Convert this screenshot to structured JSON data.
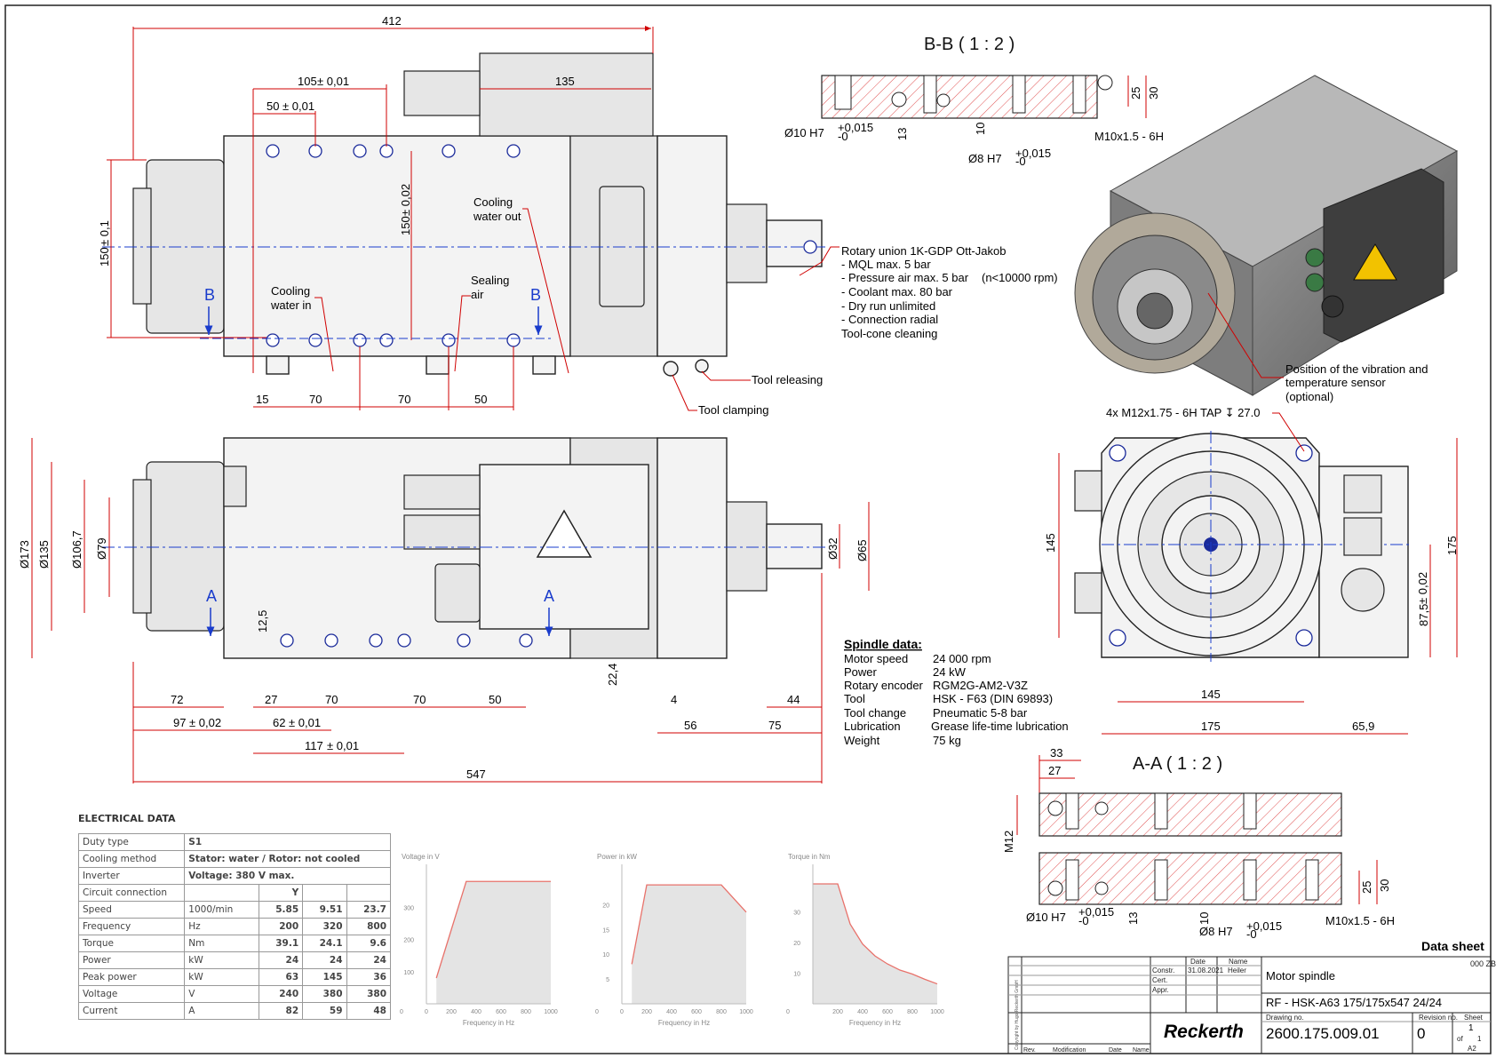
{
  "dims_side": {
    "d412": "412",
    "d135": "135",
    "d105": "105",
    "d105_tol": "± 0,01",
    "d50": "50",
    "d50_tol": "± 0,01",
    "d150v": "150",
    "d150v_tol": "± 0,02",
    "d150": "150",
    "d150_tol": "± 0,1",
    "d15": "15",
    "d70a": "70",
    "d70b": "70",
    "d50b": "50"
  },
  "notes_side": {
    "cooling_out": [
      "Cooling",
      "water out"
    ],
    "cooling_in": [
      "Cooling",
      "water in"
    ],
    "sealing": [
      "Sealing",
      "air"
    ],
    "tool_releasing": "Tool releasing",
    "tool_clamping": "Tool clamping",
    "section_b": "B"
  },
  "rotary_union": [
    "Rotary union 1K-GDP Ott-Jakob",
    "- MQL max. 5 bar",
    "- Pressure air max. 5 bar",
    "(n<10000 rpm)",
    "- Coolant max. 80 bar",
    "- Dry run unlimited",
    "- Connection radial",
    "Tool-cone cleaning"
  ],
  "section_bb": {
    "title": "B-B ( 1 : 2 )",
    "h7": "Ø10 H7",
    "tol_plus": "+0,015",
    "tol_minus": "-0",
    "d13": "13",
    "d10": "10",
    "d8": "Ø8 H7",
    "m10": "M10x1.5 - 6H",
    "d25": "25",
    "d30": "30"
  },
  "sensor_note": [
    "Position of the vibration and",
    "temperature sensor",
    "(optional)"
  ],
  "tap_note": "4x M12x1.75 - 6H TAP ↧ 27.0",
  "dims_front": {
    "d145v": "145",
    "d175v": "175",
    "d87": "87,5",
    "d87_tol": "± 0,02",
    "d145h": "145",
    "d175h": "175",
    "d659": "65,9"
  },
  "dims_bottom": {
    "d173": "Ø173",
    "d135": "Ø135",
    "d1067": "Ø106,7",
    "d79": "Ø79",
    "d32": "Ø32",
    "d65": "Ø65",
    "d125": "12,5",
    "d224": "22,4",
    "d4": "4",
    "d72": "72",
    "d27": "27",
    "d70a": "70",
    "d70b": "70",
    "d50": "50",
    "d97": "97",
    "d97_tol": "± 0,02",
    "d62": "62",
    "d62_tol": "± 0,01",
    "d117": "117",
    "d117_tol": "± 0,01",
    "d547": "547",
    "d56": "56",
    "d75": "75",
    "d44": "44",
    "section_a": "A"
  },
  "spindle": {
    "title": "Spindle data:",
    "rows": [
      [
        "Motor speed",
        "24 000 rpm"
      ],
      [
        "Power",
        "24 kW"
      ],
      [
        "Rotary encoder",
        "RGM2G-AM2-V3Z"
      ],
      [
        "Tool",
        "HSK - F63 (DIN 69893)"
      ],
      [
        "Tool change",
        "Pneumatic 5-8 bar"
      ],
      [
        "Lubrication",
        "Grease life-time lubrication"
      ],
      [
        "Weight",
        "75 kg"
      ]
    ]
  },
  "section_aa": {
    "title": "A-A ( 1 : 2 )",
    "d33": "33",
    "d27": "27",
    "m12": "M12",
    "h7": "Ø10 H7",
    "tol_plus": "+0,015",
    "tol_minus": "-0",
    "d13": "13",
    "d10": "10",
    "d8": "Ø8 H7",
    "m10": "M10x1.5 - 6H",
    "d25": "25",
    "d30": "30"
  },
  "electrical": {
    "title": "ELECTRICAL DATA",
    "rows": [
      [
        "Duty type",
        "S1",
        "",
        "",
        ""
      ],
      [
        "Cooling method",
        "Stator: water / Rotor: not cooled",
        "",
        "",
        ""
      ],
      [
        "Inverter",
        "Voltage: 380 V max.",
        "",
        "",
        ""
      ],
      [
        "Circuit connection",
        "",
        "Y",
        "",
        ""
      ],
      [
        "Speed",
        "1000/min",
        "5.85",
        "9.51",
        "23.7"
      ],
      [
        "Frequency",
        "Hz",
        "200",
        "320",
        "800"
      ],
      [
        "Torque",
        "Nm",
        "39.1",
        "24.1",
        "9.6"
      ],
      [
        "Power",
        "kW",
        "24",
        "24",
        "24"
      ],
      [
        "Peak power",
        "kW",
        "63",
        "145",
        "36"
      ],
      [
        "Voltage",
        "V",
        "240",
        "380",
        "380"
      ],
      [
        "Current",
        "A",
        "82",
        "59",
        "48"
      ]
    ]
  },
  "chart_data": [
    {
      "type": "area",
      "title": "",
      "ylabel": "Voltage in V",
      "xlabel": "Frequency in Hz",
      "x": [
        80,
        320,
        1000
      ],
      "y": [
        80,
        380,
        380
      ],
      "xlim": [
        0,
        1000
      ],
      "ylim": [
        0,
        400
      ],
      "xticks": [
        0,
        200,
        400,
        600,
        800,
        1000
      ],
      "yticks": [
        100,
        200,
        300
      ],
      "color": "#e8726b"
    },
    {
      "type": "area",
      "title": "",
      "ylabel": "Power in kW",
      "xlabel": "Frequency in Hz",
      "x": [
        80,
        200,
        800,
        1000
      ],
      "y": [
        8,
        24,
        24,
        18.5
      ],
      "xlim": [
        0,
        1000
      ],
      "ylim": [
        0,
        26
      ],
      "xticks": [
        0,
        200,
        400,
        600,
        800,
        1000
      ],
      "yticks": [
        5,
        10,
        15,
        20
      ],
      "color": "#e8726b"
    },
    {
      "type": "area",
      "title": "",
      "ylabel": "Torque in Nm",
      "xlabel": "Frequency in Hz",
      "x": [
        0,
        200,
        300,
        400,
        500,
        600,
        700,
        800,
        900,
        1000
      ],
      "y": [
        39.1,
        39.1,
        26,
        19.5,
        15.6,
        13,
        11,
        9.7,
        8,
        6.5
      ],
      "xlim": [
        0,
        1000
      ],
      "ylim": [
        0,
        42
      ],
      "xticks": [
        200,
        400,
        600,
        800,
        1000
      ],
      "yticks": [
        10,
        20,
        30
      ],
      "color": "#e8726b"
    }
  ],
  "title_block": {
    "sheet_heading": "Data sheet",
    "revcode": "000 ZB",
    "date_h": "Date",
    "name_h": "Name",
    "constr": "Constr.",
    "date": "31.08.2021",
    "name": "Heiler",
    "cert": "Cert.",
    "appr": "Appr.",
    "product": "Motor spindle",
    "model": "RF - HSK-A63 175/175x547  24/24",
    "brand": "Reckerth",
    "drawing_h": "Drawing no.",
    "drawing": "2600.175.009.01",
    "revision_h": "Revision no.",
    "revision": "0",
    "sheet_h": "Sheet",
    "sheet": "1",
    "of": "of",
    "sheet_total": "1",
    "format": "A2",
    "rev": "Rev.",
    "modification": "Modification",
    "date_f": "Date",
    "name_f": "Name",
    "copyright": "Copyright by Hugo Reckerth GmbH"
  }
}
